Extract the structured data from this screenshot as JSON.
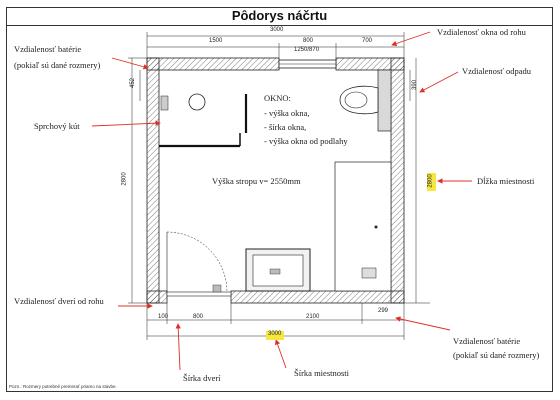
{
  "title": "Pôdorys náčrtu",
  "labels": {
    "window_from_corner": "Vzdialenosť okna od rohu",
    "battery_distance_left_1": "Vzdialenosť batérie",
    "battery_distance_left_2": "(pokiaľ sú dané rozmery)",
    "drain_distance": "Vzdialenosť odpadu",
    "shower": "Sprchový kút",
    "window_note_title": "OKNO:",
    "window_note_1": "- výška okna,",
    "window_note_2": "- šírka okna,",
    "window_note_3": "- výška okna od podlahy",
    "ceiling_height": "Výška stropu v= 2550mm",
    "room_length": "Dĺžka miestnosti",
    "door_from_corner": "Vzdialenosť dverí od rohu",
    "battery_distance_right_1": "Vzdialenosť batérie",
    "battery_distance_right_2": "(pokiaľ sú dané rozmery)",
    "door_width": "Šírka dverí",
    "room_width": "Šírka miestnosti",
    "footnote": "Pozn.: Rozmery potrebné premerať priamo na stavbe."
  },
  "dimensions": {
    "top_total": "3000",
    "top_seg1": "1500",
    "top_seg2": "800",
    "top_seg3": "700",
    "window_size": "1250/870",
    "left_small": "452",
    "left_length": "2800",
    "right_drain": "390",
    "right_length": "2800",
    "bottom_seg1": "100",
    "bottom_seg2": "800",
    "bottom_seg3": "2100",
    "bottom_right": "299",
    "bottom_total": "3000"
  },
  "colors": {
    "highlight": "#f5e642",
    "arrow": "#e0302a",
    "line": "#222222"
  }
}
